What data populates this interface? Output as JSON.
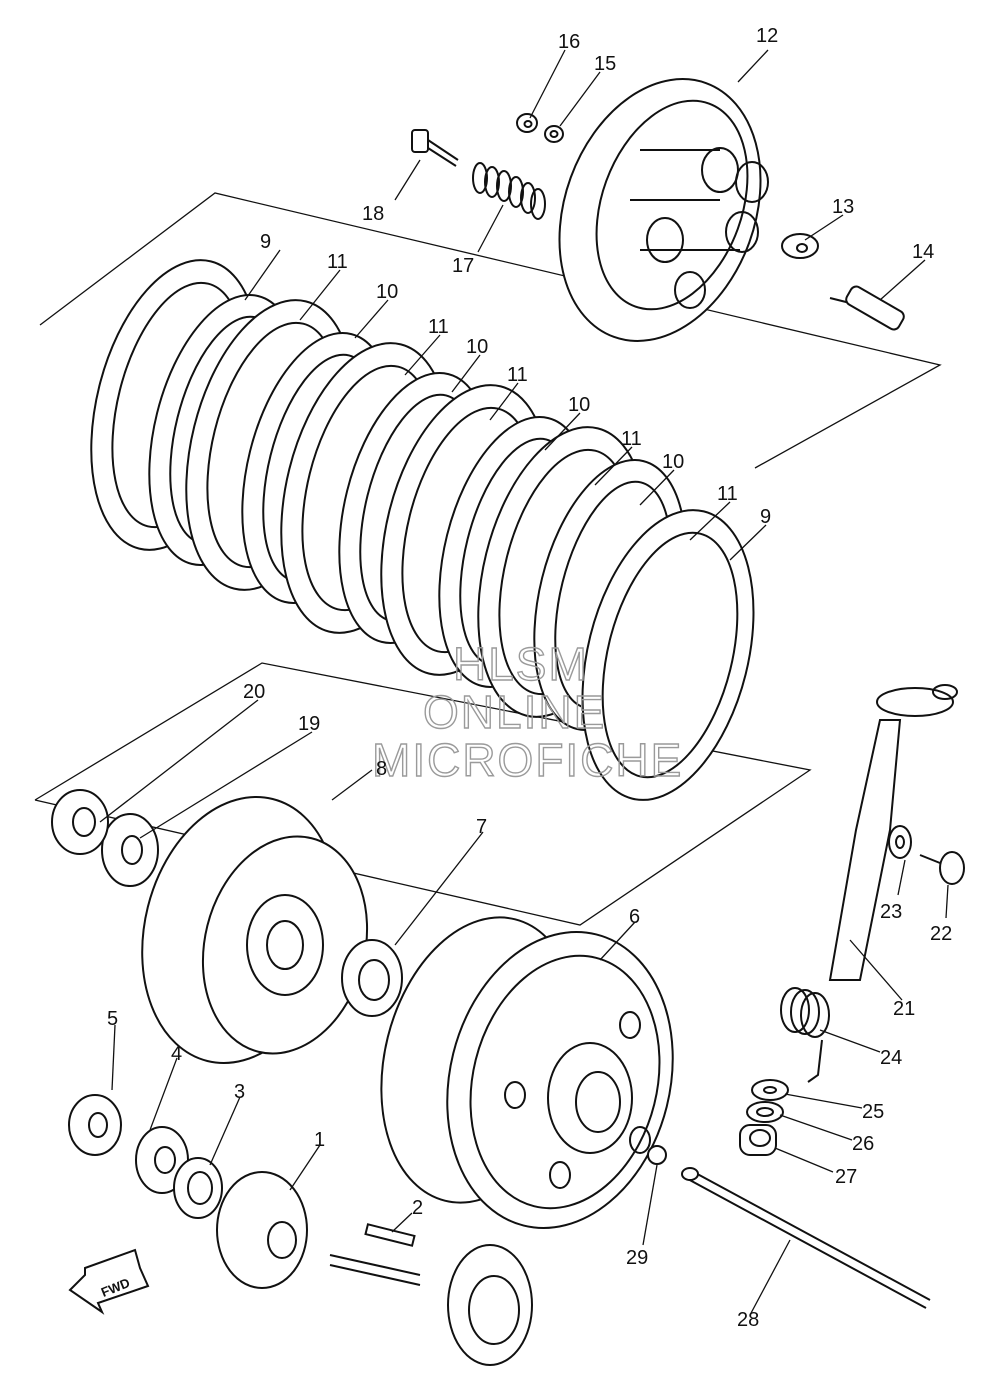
{
  "labels": {
    "l1": "1",
    "l2": "2",
    "l3": "3",
    "l4": "4",
    "l5": "5",
    "l6": "6",
    "l7": "7",
    "l8": "8",
    "l9a": "9",
    "l9b": "9",
    "l10a": "10",
    "l10b": "10",
    "l10c": "10",
    "l10d": "10",
    "l11a": "11",
    "l11b": "11",
    "l11c": "11",
    "l11d": "11",
    "l11e": "11",
    "l12": "12",
    "l13": "13",
    "l14": "14",
    "l15": "15",
    "l16": "16",
    "l17": "17",
    "l18": "18",
    "l19": "19",
    "l20": "20",
    "l21": "21",
    "l22": "22",
    "l23": "23",
    "l24": "24",
    "l25": "25",
    "l26": "26",
    "l27": "27",
    "l28": "28",
    "l29": "29"
  },
  "fwd_badge": "FWD",
  "watermark": {
    "line1": "HLSM",
    "line2": "ONLINE",
    "line3": "MICROFICHE"
  },
  "icons": {
    "fwd_arrow": "fwd-arrow-icon"
  }
}
